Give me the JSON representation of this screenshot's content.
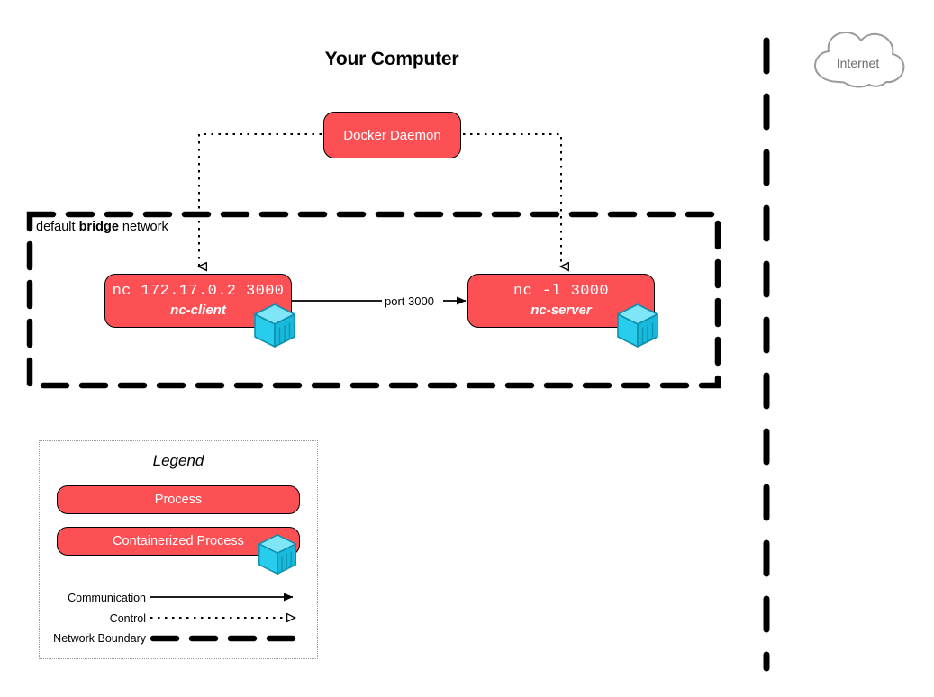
{
  "diagram": {
    "title": "Your Computer",
    "colors": {
      "process_fill": "#fc5055",
      "process_stroke": "#000000",
      "container_icon": "#22c9ec",
      "cloud_stroke": "#9a9a9a",
      "text_on_process": "#ffffff",
      "legend_border": "#9a9a9a"
    }
  },
  "nodes": {
    "daemon": {
      "label": "Docker Daemon"
    },
    "client": {
      "command": "nc 172.17.0.2 3000",
      "name": "nc-client",
      "icon": "docker-container-icon"
    },
    "server": {
      "command": "nc -l 3000",
      "name": "nc-server",
      "icon": "docker-container-icon"
    }
  },
  "network": {
    "label_prefix": "default ",
    "label_bold": "bridge",
    "label_suffix": " network"
  },
  "edges": {
    "communication": {
      "label": "port 3000"
    }
  },
  "internet": {
    "label": "Internet",
    "icon": "cloud-icon"
  },
  "legend": {
    "title": "Legend",
    "process_label": "Process",
    "containerized_label": "Containerized Process",
    "rows": [
      {
        "label": "Communication",
        "style": "solid-arrow"
      },
      {
        "label": "Control",
        "style": "dotted-open-arrow"
      },
      {
        "label": "Network Boundary",
        "style": "thick-dashed"
      }
    ]
  }
}
